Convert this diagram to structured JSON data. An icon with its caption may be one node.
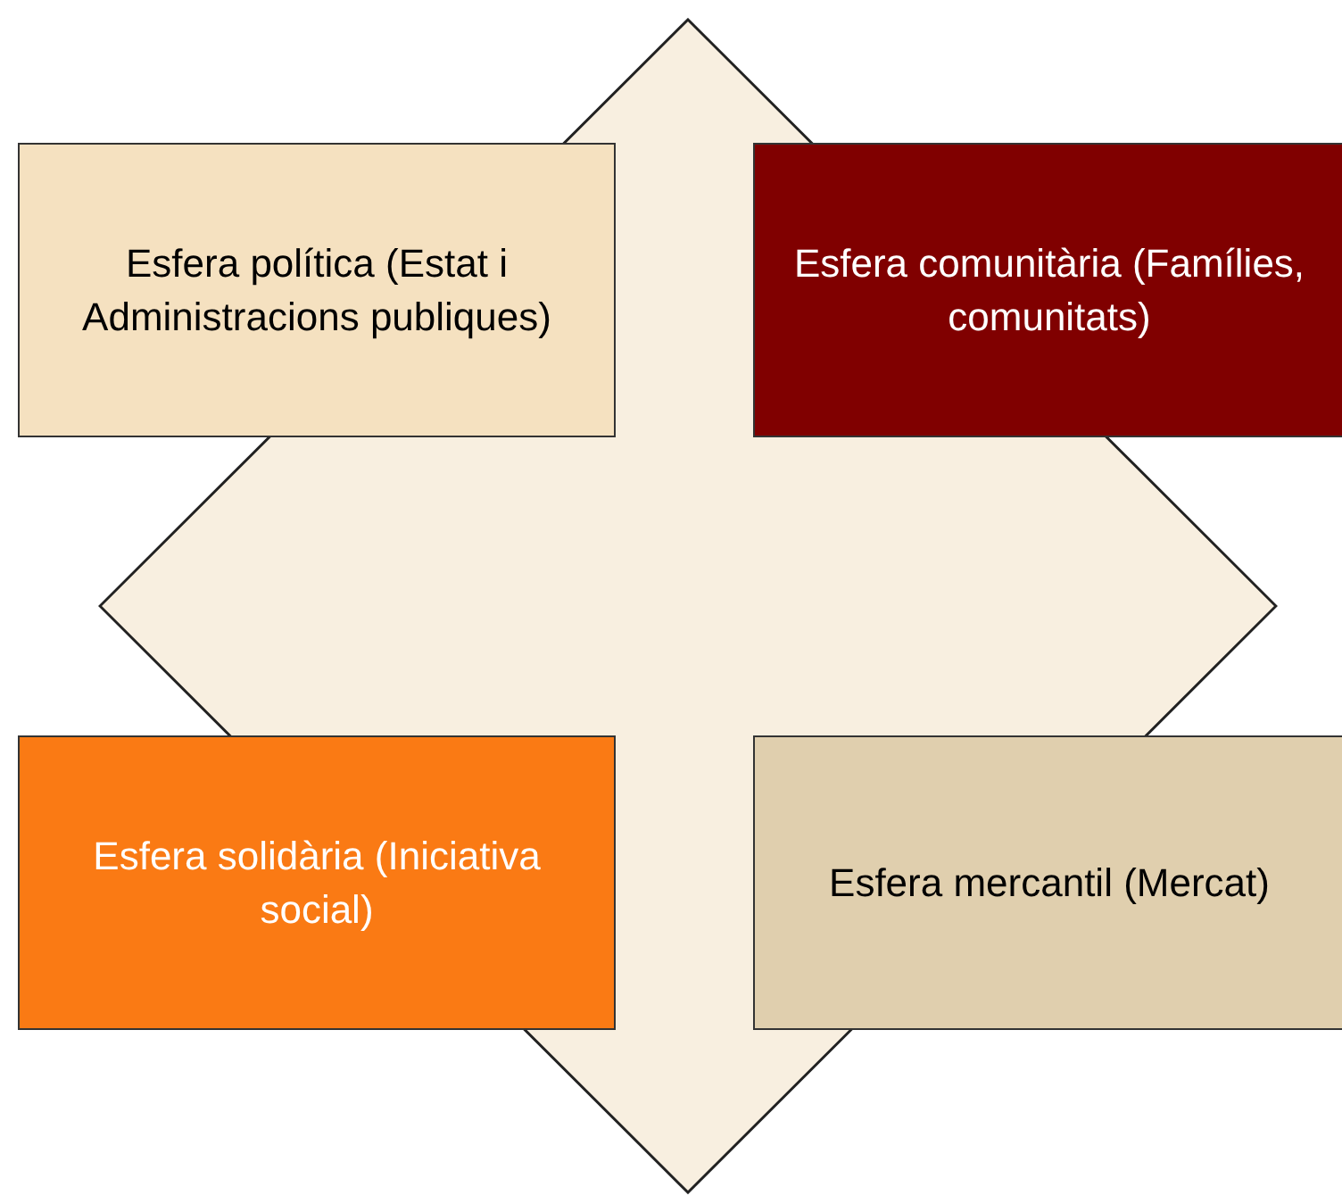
{
  "diagram": {
    "nodes": [
      {
        "text": [],
        "shape": "diamond"
      },
      {
        "text": [
          "Esfera política (Estat i Administracions publiques)"
        ]
      },
      {
        "text": [
          "Esfera comunitària (Famílies, comunitats)"
        ]
      },
      {
        "text": [
          "Esfera solidària (Iniciativa social)"
        ]
      },
      {
        "text": [
          "Esfera mercantil (Mercat)"
        ]
      }
    ]
  }
}
